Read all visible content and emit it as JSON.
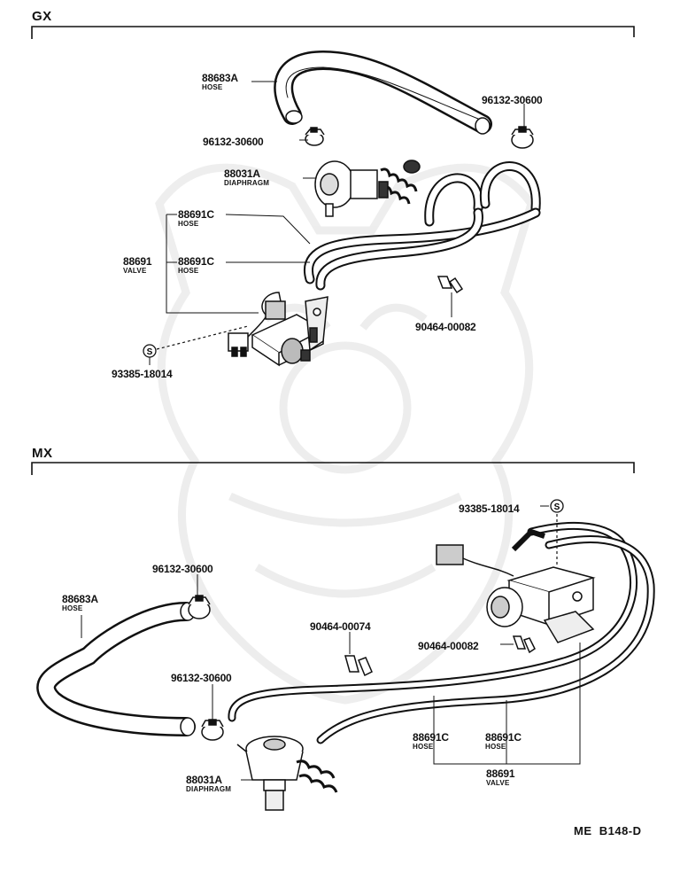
{
  "sections": {
    "gx": {
      "title": "GX"
    },
    "mx": {
      "title": "MX"
    }
  },
  "gx": {
    "hose_a": {
      "part": "88683A",
      "desc": "HOSE"
    },
    "clamp_right": {
      "part": "96132-30600"
    },
    "clamp_left": {
      "part": "96132-30600"
    },
    "diaphragm": {
      "part": "88031A",
      "desc": "DIAPHRAGM"
    },
    "hose_c1": {
      "part": "88691C",
      "desc": "HOSE"
    },
    "hose_c2": {
      "part": "88691C",
      "desc": "HOSE"
    },
    "valve": {
      "part": "88691",
      "desc": "VALVE"
    },
    "clip": {
      "part": "90464-00082"
    },
    "plug": {
      "part": "93385-18014"
    }
  },
  "mx": {
    "plug": {
      "part": "93385-18014"
    },
    "clamp_top": {
      "part": "96132-30600"
    },
    "hose_a": {
      "part": "88683A",
      "desc": "HOSE"
    },
    "clip_74": {
      "part": "90464-00074"
    },
    "clip_82": {
      "part": "90464-00082"
    },
    "clamp_bottom": {
      "part": "96132-30600"
    },
    "hose_c1": {
      "part": "88691C",
      "desc": "HOSE"
    },
    "hose_c2": {
      "part": "88691C",
      "desc": "HOSE"
    },
    "valve": {
      "part": "88691",
      "desc": "VALVE"
    },
    "diaphragm": {
      "part": "88031A",
      "desc": "DIAPHRAGM"
    }
  },
  "footer": {
    "code": "ME  B148-D"
  },
  "icons": {
    "plug_symbol": "S"
  }
}
